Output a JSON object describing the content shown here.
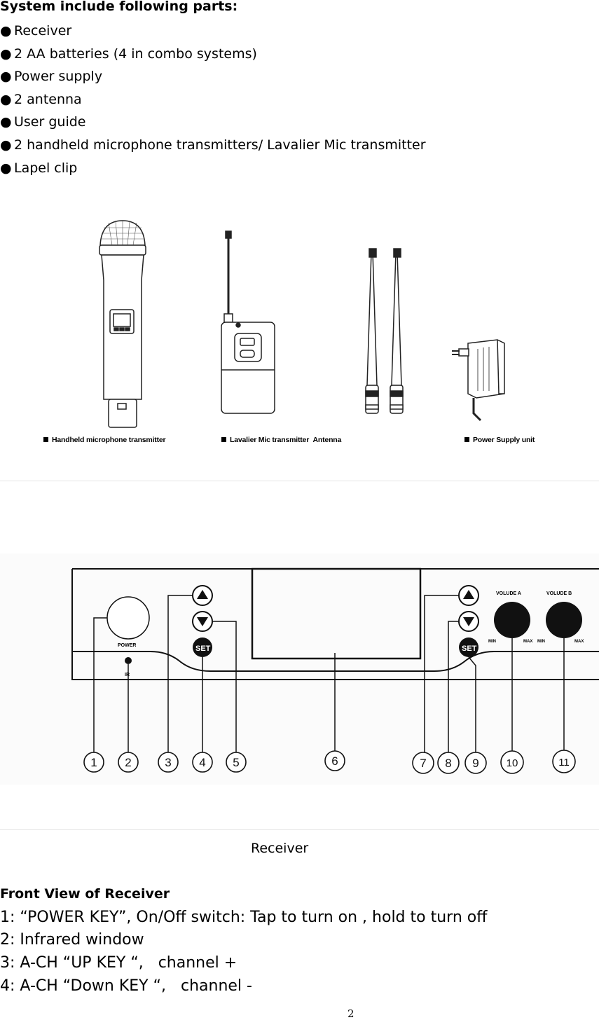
{
  "parts": {
    "heading": "System include following parts:",
    "bullet_symbol": "●",
    "items": [
      "Receiver",
      "2 AA batteries (4 in combo systems)",
      "Power supply",
      "2 antenna",
      "User guide",
      "2 handheld microphone transmitters/ Lavalier Mic transmitter",
      "Lapel clip"
    ]
  },
  "product_figure": {
    "captions": {
      "handheld": "Handheld microphone transmitter",
      "lavalier": "Lavalier Mic transmitter",
      "antenna": "Antenna",
      "power_supply": "Power Supply unit"
    }
  },
  "receiver_figure": {
    "labels": {
      "power": "POWER",
      "ir": "IR",
      "set": "SET",
      "volume_a": "VOLUDE A",
      "volume_b": "VOLUDE B",
      "min": "MIN",
      "max": "MAX"
    },
    "callouts": [
      "1",
      "2",
      "3",
      "4",
      "5",
      "6",
      "7",
      "8",
      "9",
      "10",
      "11"
    ],
    "caption": "Receiver"
  },
  "front_view": {
    "heading": "Front View of Receiver",
    "lines": [
      "1: “POWER KEY”, On/Off switch: Tap to turn on , hold to turn off",
      "2: Infrared window",
      "3: A-CH “UP KEY “,   channel +",
      "4: A-CH “Down KEY “,   channel -"
    ]
  },
  "page_number": "2"
}
